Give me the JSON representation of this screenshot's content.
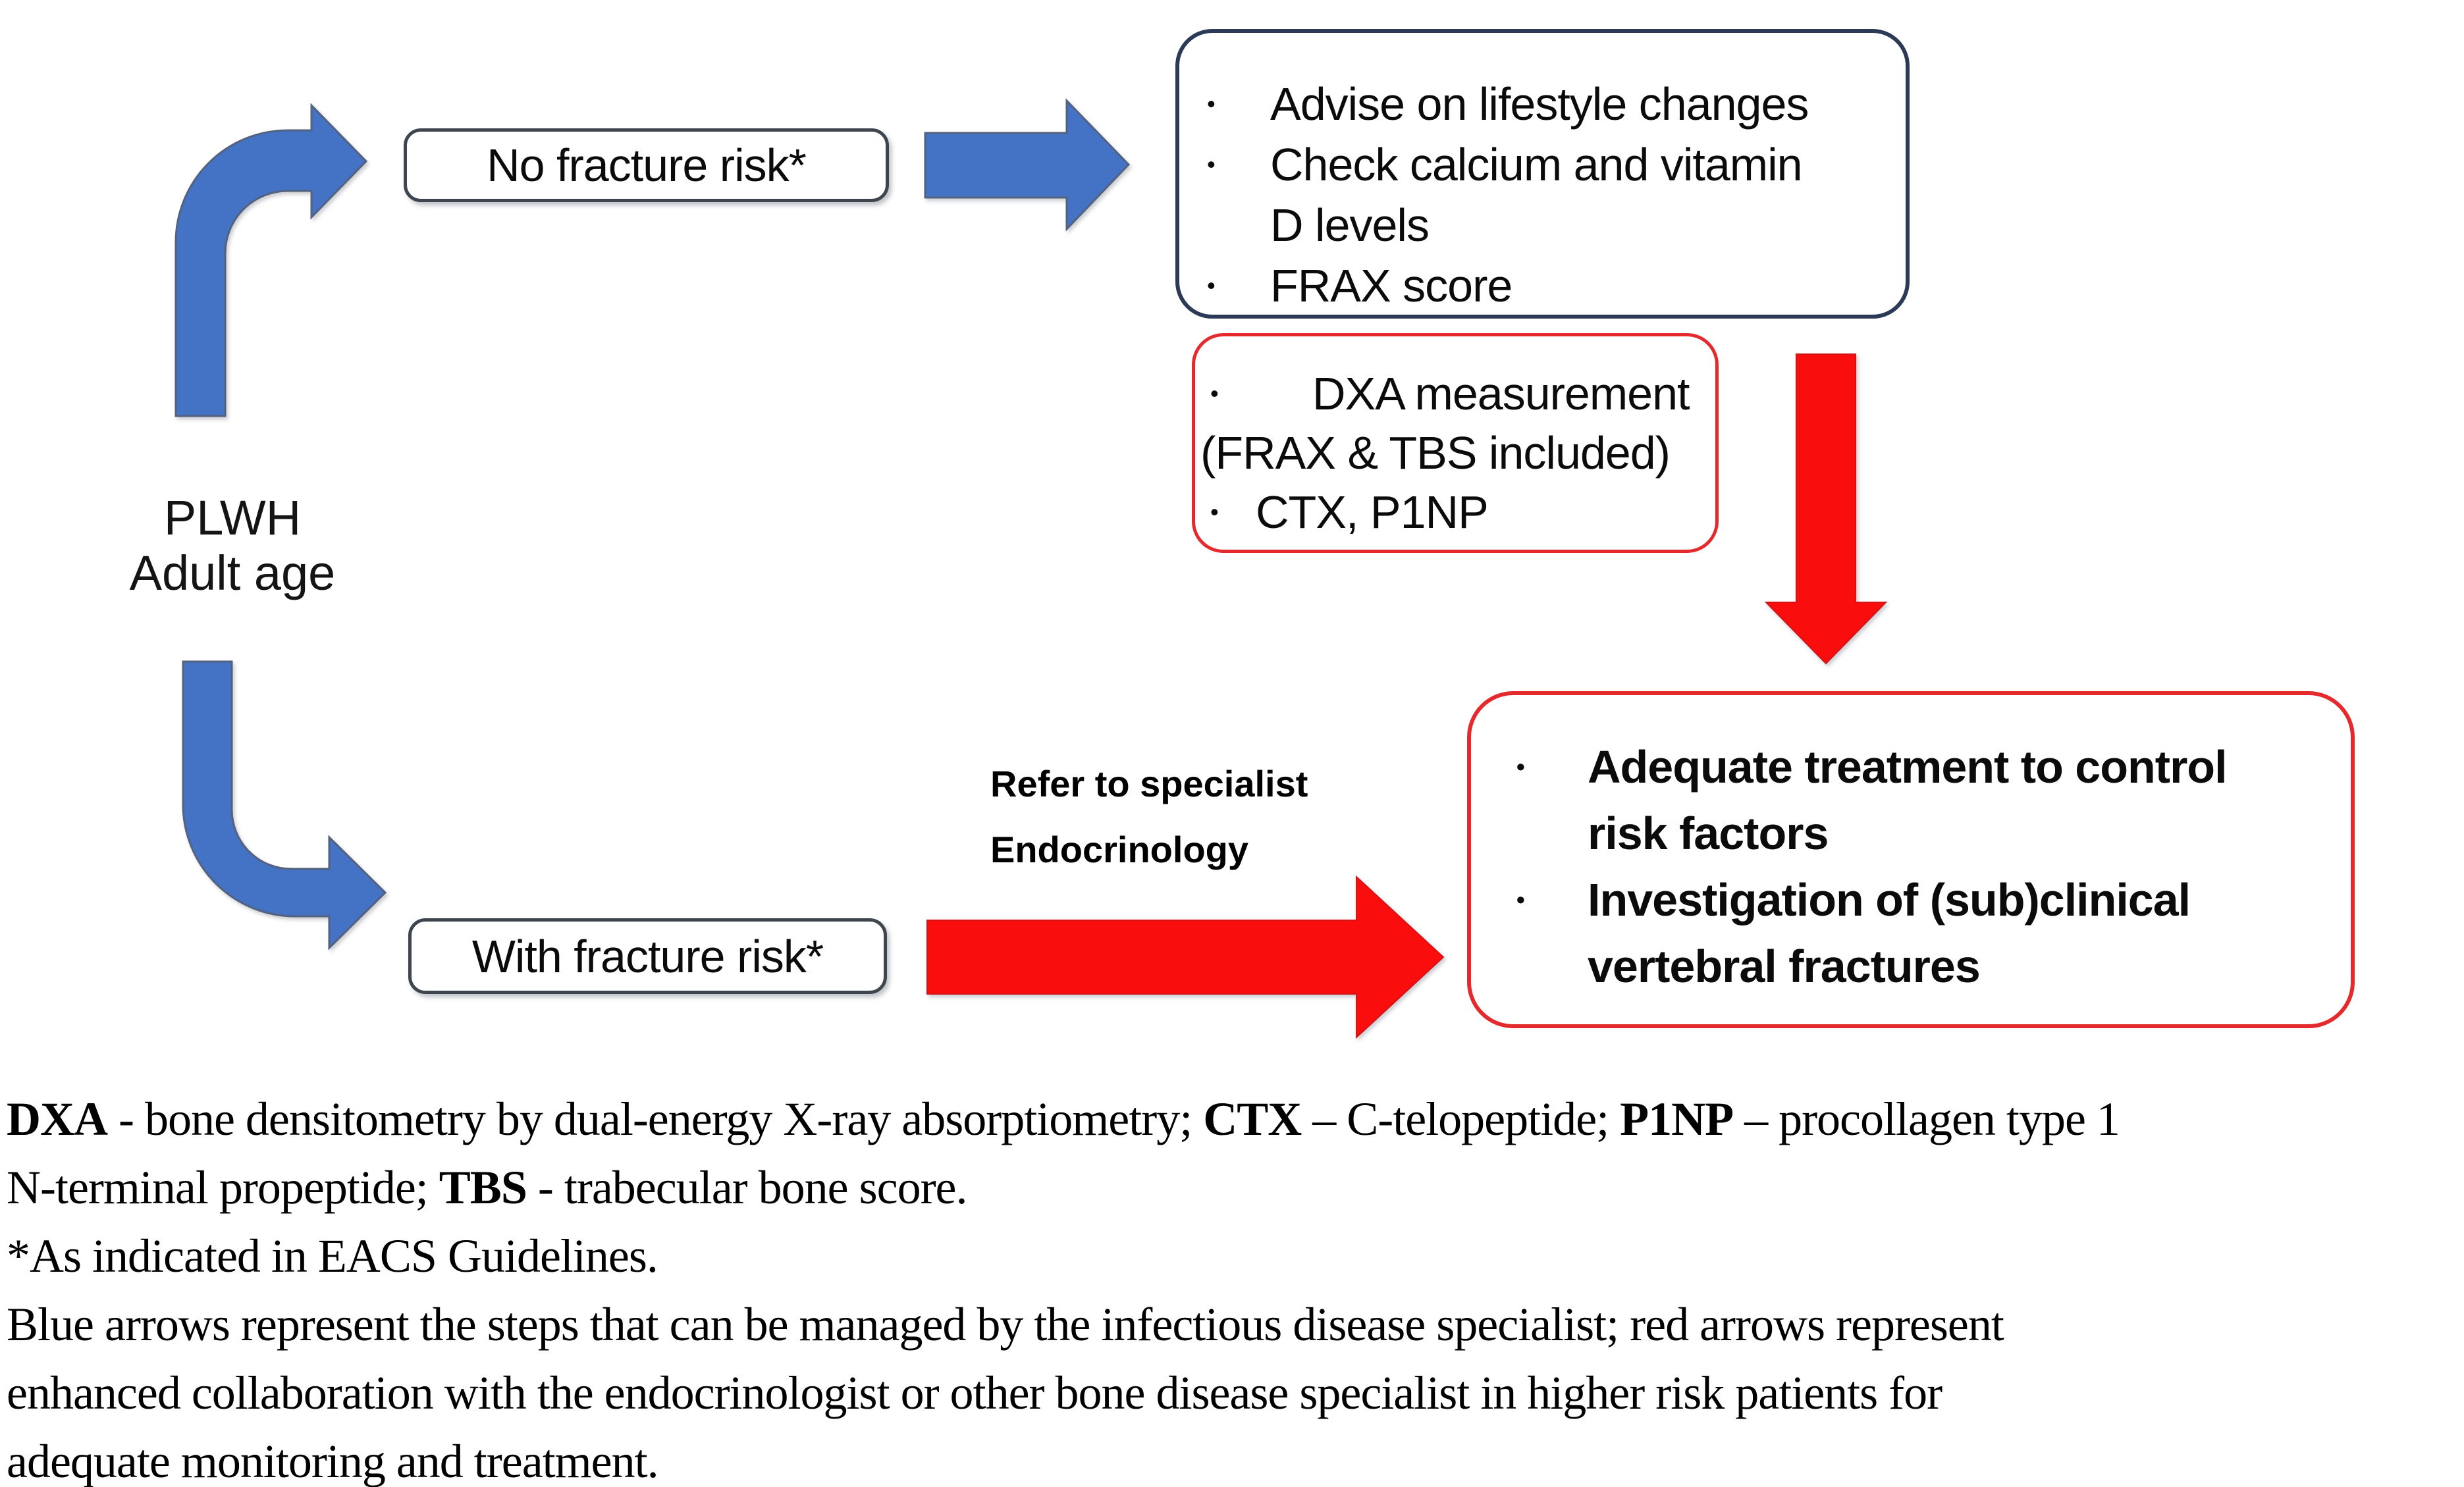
{
  "ui": {
    "bullet": "•"
  },
  "colors": {
    "blue": "#4472c4",
    "blue_edge": "#53627f",
    "red": "#f90d0d",
    "red_edge": "#d31318",
    "navy_border": "#2c3a58",
    "red_border": "#e52a2e",
    "box_border": "#3e454e"
  },
  "labels": {
    "patient": {
      "line1": "PLWH",
      "line2": "Adult age"
    },
    "refer": {
      "line1": "Refer to specialist",
      "line2": "Endocrinology"
    }
  },
  "boxes": {
    "no_fracture": {
      "text": "No fracture risk*"
    },
    "with_fracture": {
      "text": "With fracture risk*"
    },
    "assessment": {
      "rows": [
        {
          "text": "Advise on lifestyle changes"
        },
        {
          "text": "Check calcium and vitamin"
        },
        {
          "text": "D levels"
        },
        {
          "text": "FRAX score"
        }
      ]
    },
    "dxa": {
      "rows": [
        {
          "text": "DXA measurement"
        },
        {
          "text": "(FRAX & TBS included)"
        },
        {
          "text": "CTX, P1NP"
        }
      ]
    },
    "treatment": {
      "rows": [
        {
          "text": "Adequate treatment to control"
        },
        {
          "text": "risk factors"
        },
        {
          "text": "Investigation of (sub)clinical"
        },
        {
          "text": "vertebral fractures"
        }
      ]
    }
  },
  "footer": {
    "lines": [
      {
        "segments": [
          {
            "text": "DXA",
            "bold": true
          },
          {
            "text": " - bone densitometry by dual-energy X-ray absorptiometry; ",
            "bold": false
          },
          {
            "text": "CTX",
            "bold": true
          },
          {
            "text": " – C-telopeptide; ",
            "bold": false
          },
          {
            "text": "P1NP",
            "bold": true
          },
          {
            "text": " – procollagen type 1",
            "bold": false
          }
        ]
      },
      {
        "segments": [
          {
            "text": "N-terminal propeptide; ",
            "bold": false
          },
          {
            "text": "TBS",
            "bold": true
          },
          {
            "text": " - trabecular bone score.",
            "bold": false
          }
        ]
      },
      {
        "segments": [
          {
            "text": "*As indicated in EACS Guidelines.",
            "bold": false
          }
        ]
      },
      {
        "segments": [
          {
            "text": "Blue arrows represent the steps that can be managed by the infectious disease specialist; red arrows represent",
            "bold": false
          }
        ]
      },
      {
        "segments": [
          {
            "text": "enhanced collaboration with the endocrinologist or other bone disease specialist in higher risk patients for",
            "bold": false
          }
        ]
      },
      {
        "segments": [
          {
            "text": "adequate monitoring and treatment.",
            "bold": false
          }
        ]
      }
    ]
  }
}
